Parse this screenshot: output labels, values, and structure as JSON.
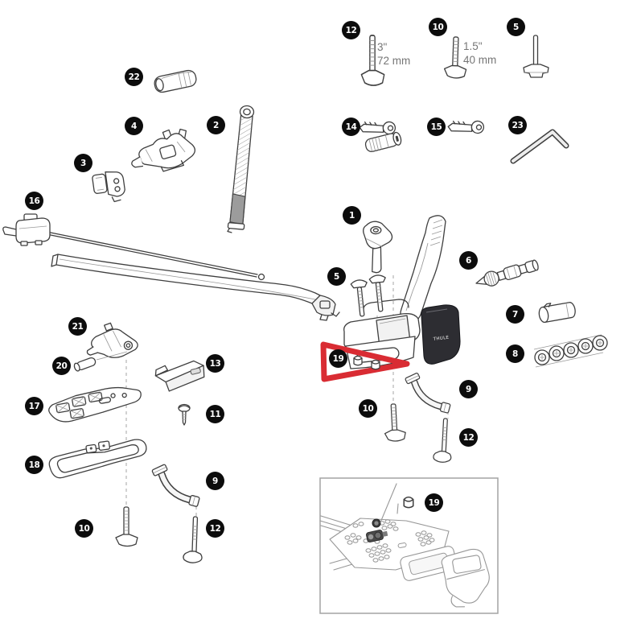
{
  "diagram": {
    "kind": "exploded-parts-diagram",
    "description": "Bike roof-carrier spare parts diagram with numbered callouts"
  },
  "brand": "THULE",
  "colors": {
    "badge_bg": "#0c0c0c",
    "badge_text": "#ffffff",
    "highlight_red": "#d92c33",
    "line_art": "#3f3f3f",
    "dim_label_text": "#767676",
    "inset_border": "#a3a3a3"
  },
  "measurements": {
    "bolt_72mm_in": "3\"",
    "bolt_72mm_mm": "72 mm",
    "bolt_40mm_in": "1.5\"",
    "bolt_40mm_mm": "40 mm"
  },
  "callouts": {
    "bolt_72mm": "12",
    "bolt_40mm": "10",
    "tbolt_short": "5",
    "end_cap": "22",
    "frame_clamp": "4",
    "wheel_strap": "2",
    "strap_bracket": "3",
    "cable_assembly": "16",
    "lock_cylinder": "14",
    "spare_key": "15",
    "hex_key": "23",
    "main_assembly": "1",
    "tension_adjuster": "6",
    "tbolt_pair": "5",
    "barrel_sleeve": "7",
    "knob_set": "8",
    "release_lever": "21",
    "pivot_pin": "20",
    "wedge_block": "13",
    "square_nuts": "19",
    "pad_plate": "17",
    "pan_screw": "11",
    "tbolt_mid": "10",
    "clamp_mid": "9",
    "bolt_mid": "12",
    "mount_frame": "18",
    "clamp_bottom": "9",
    "tbolt_bottom": "10",
    "bolt_bottom": "12",
    "inset_nut": "19"
  }
}
